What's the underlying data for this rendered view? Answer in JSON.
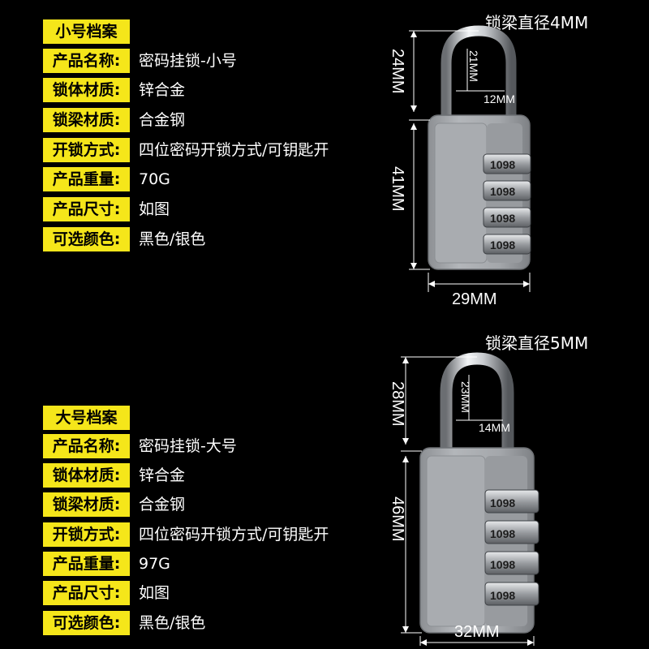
{
  "small": {
    "title": "小号档案",
    "specs": [
      {
        "label": "产品名称:",
        "value": "密码挂锁-小号"
      },
      {
        "label": "锁体材质:",
        "value": "锌合金"
      },
      {
        "label": "锁梁材质:",
        "value": "合金钢"
      },
      {
        "label": "开锁方式:",
        "value": "四位密码开锁方式/可钥匙开"
      },
      {
        "label": "产品重量:",
        "value": "70G"
      },
      {
        "label": "产品尺寸:",
        "value": "如图"
      },
      {
        "label": "可选颜色:",
        "value": "黑色/银色"
      }
    ],
    "shackle_diameter": "锁梁直径4MM",
    "dim_shackle_height": "24MM",
    "dim_inner_height": "21MM",
    "dim_inner_width": "12MM",
    "dim_body_height": "41MM",
    "dim_body_width": "29MM"
  },
  "large": {
    "title": "大号档案",
    "specs": [
      {
        "label": "产品名称:",
        "value": "密码挂锁-大号"
      },
      {
        "label": "锁体材质:",
        "value": "锌合金"
      },
      {
        "label": "锁梁材质:",
        "value": "合金钢"
      },
      {
        "label": "开锁方式:",
        "value": "四位密码开锁方式/可钥匙开"
      },
      {
        "label": "产品重量:",
        "value": "97G"
      },
      {
        "label": "产品尺寸:",
        "value": "如图"
      },
      {
        "label": "可选颜色:",
        "value": "黑色/银色"
      }
    ],
    "shackle_diameter": "锁梁直径5MM",
    "dim_shackle_height": "28MM",
    "dim_inner_height": "23MM",
    "dim_inner_width": "14MM",
    "dim_body_height": "46MM",
    "dim_body_width": "32MM"
  },
  "dial_digits": "1098",
  "colors": {
    "label_bg": "#f5e61a",
    "background": "#000000",
    "lock_body": "#a7a9ac"
  }
}
